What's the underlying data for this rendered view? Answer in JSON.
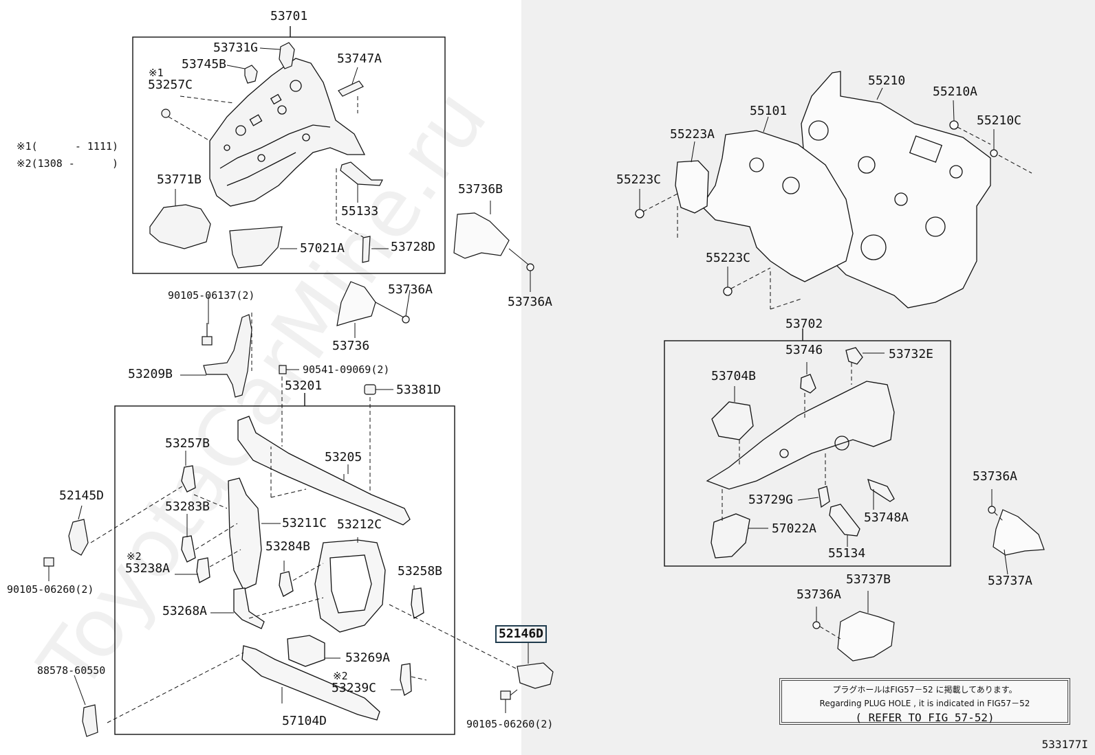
{
  "watermark": "ToyotaCarMine.ru",
  "diagram_code": "533177I",
  "legend": [
    {
      "mark": "※1",
      "range": "(      - 1111)"
    },
    {
      "mark": "※2",
      "range": "(1308 -      )"
    }
  ],
  "note": {
    "line1": "プラグホールはFIG57－52 に掲載してあります。",
    "line2": "Regarding  PLUG HOLE , it is indicated in  FIG57－52",
    "line3": "( REFER TO FIG 57-52)"
  },
  "labels": {
    "p53701": "53701",
    "p53731G": "53731G",
    "p53745B": "53745B",
    "p53747A": "53747A",
    "s1a": "※1",
    "p53257C": "53257C",
    "p53771B": "53771B",
    "p55133": "55133",
    "p57021A": "57021A",
    "p53728D": "53728D",
    "p53736B": "53736B",
    "p53736A_1": "53736A",
    "p53736A_2": "53736A",
    "p53736": "53736",
    "p90105_06137": "90105-06137(2)",
    "p53209B": "53209B",
    "p90541_09069": "90541-09069(2)",
    "p53201": "53201",
    "p53381D": "53381D",
    "p53257B": "53257B",
    "p53205": "53205",
    "p52145D": "52145D",
    "p53283B": "53283B",
    "p53211C": "53211C",
    "p53212C": "53212C",
    "s2a": "※2",
    "p53238A": "53238A",
    "p53284B": "53284B",
    "p53258B": "53258B",
    "p90105_06260_a": "90105-06260(2)",
    "p53268A": "53268A",
    "p52146D": "52146D",
    "p53269A": "53269A",
    "s2b": "※2",
    "p53239C": "53239C",
    "p88578_60550": "88578-60550",
    "p57104D": "57104D",
    "p90105_06260_b": "90105-06260(2)",
    "p55210": "55210",
    "p55210A": "55210A",
    "p55101": "55101",
    "p55210C": "55210C",
    "p55223A": "55223A",
    "p55223C_1": "55223C",
    "p55223C_2": "55223C",
    "p53702": "53702",
    "p53746": "53746",
    "p53732E": "53732E",
    "p53704B": "53704B",
    "p53729G": "53729G",
    "p53748A": "53748A",
    "p57022A": "57022A",
    "p55134": "55134",
    "p53736A_3": "53736A",
    "p53737A": "53737A",
    "p53737B": "53737B",
    "p53736A_4": "53736A"
  }
}
